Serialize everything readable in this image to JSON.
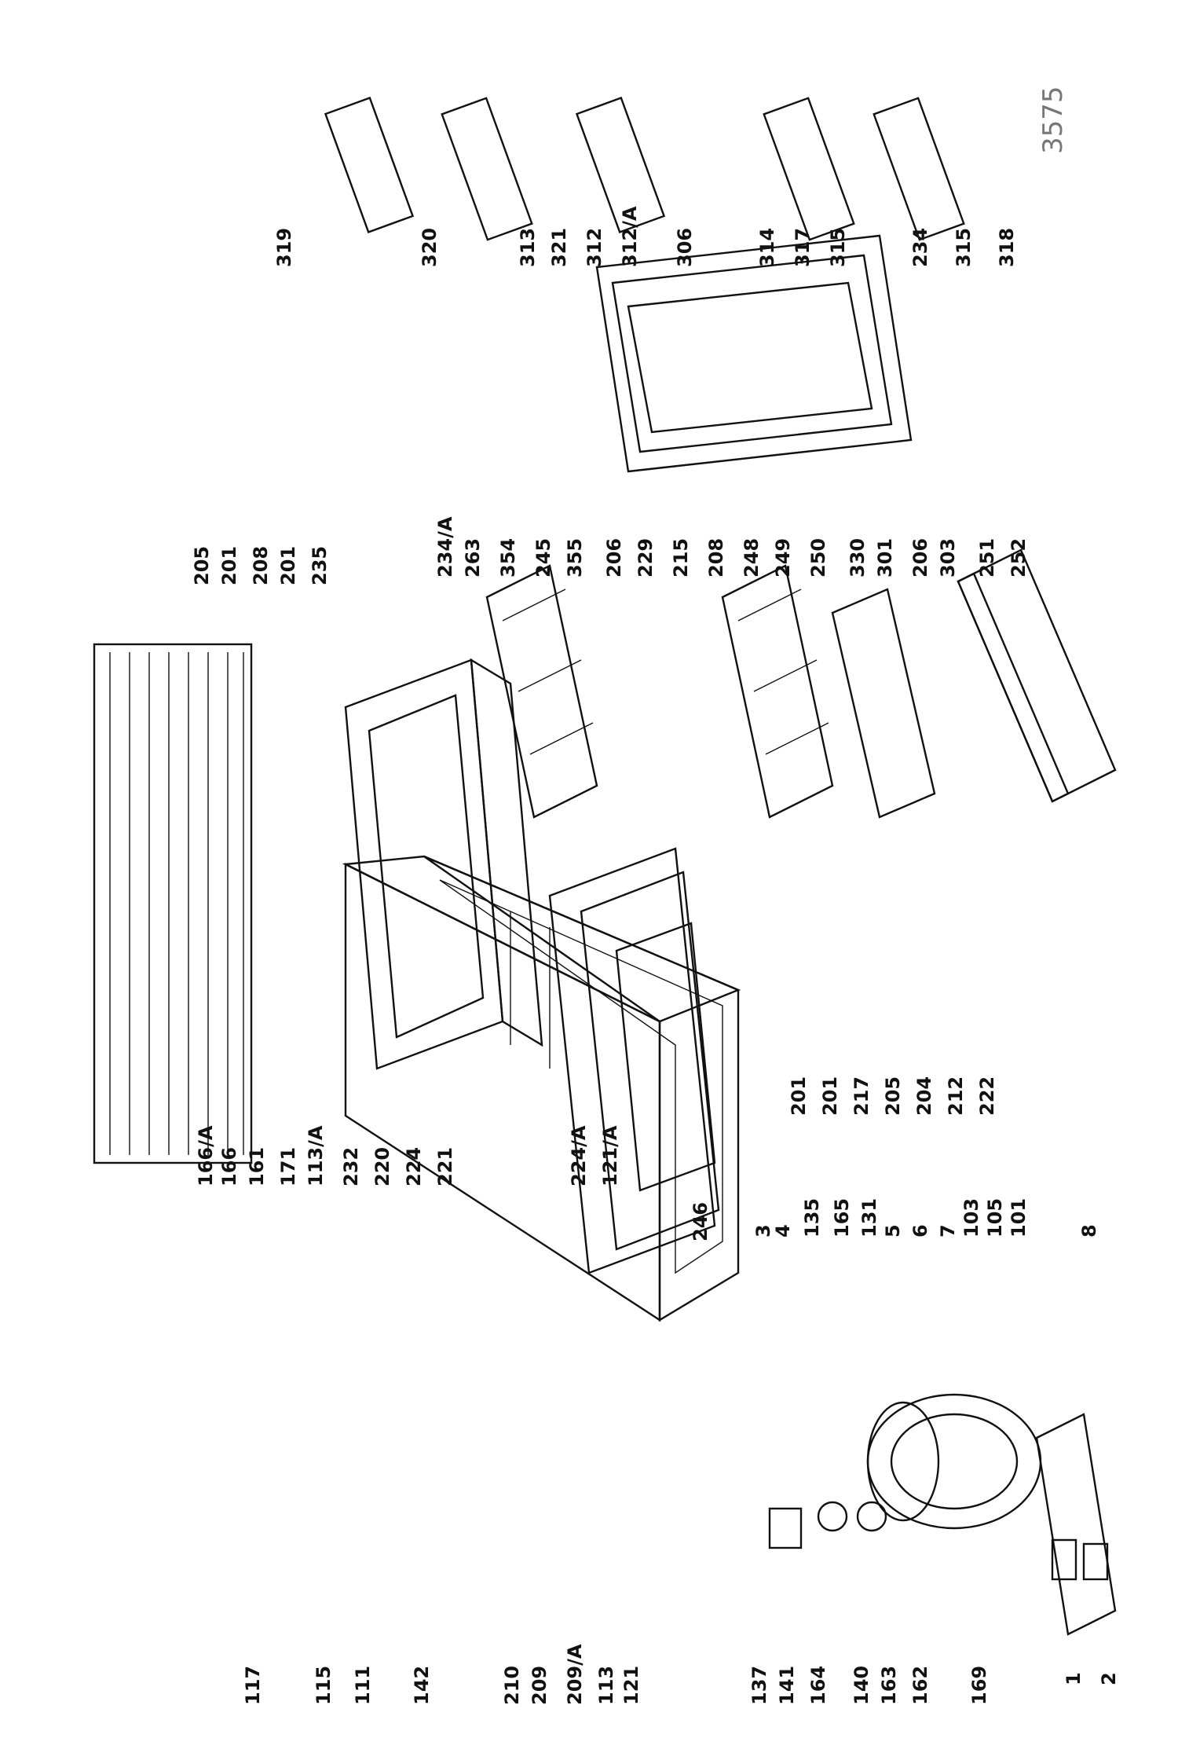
{
  "diagram_code": "3575",
  "columns": {
    "bottom_row": [
      "117",
      "115",
      "111",
      "142",
      "210",
      "209",
      "209/A",
      "113",
      "121",
      "137",
      "141",
      "164",
      "140",
      "163",
      "162",
      "169",
      "1",
      "2"
    ],
    "top_left_row": [
      "166/A",
      "166",
      "161",
      "171",
      "113/A",
      "232",
      "220",
      "224",
      "221",
      "224/A",
      "121/A"
    ],
    "mid_left_row": [
      "246",
      "3",
      "4",
      "135",
      "165",
      "131",
      "5",
      "6",
      "7",
      "103",
      "105",
      "101",
      "8"
    ],
    "cabinet_bottom_row": [
      "201",
      "201",
      "217",
      "205",
      "204",
      "212",
      "222"
    ],
    "cabinet_top_row": [
      "205",
      "201",
      "208",
      "201",
      "235"
    ],
    "center_row": [
      "234/A",
      "263",
      "354",
      "245",
      "355",
      "206",
      "229",
      "215",
      "208",
      "248",
      "249",
      "250",
      "330",
      "301",
      "206",
      "303",
      "251",
      "252"
    ],
    "door_row": [
      "319",
      "320",
      "313",
      "321",
      "312",
      "312/A",
      "306",
      "314",
      "317",
      "315",
      "234",
      "315",
      "318"
    ]
  }
}
